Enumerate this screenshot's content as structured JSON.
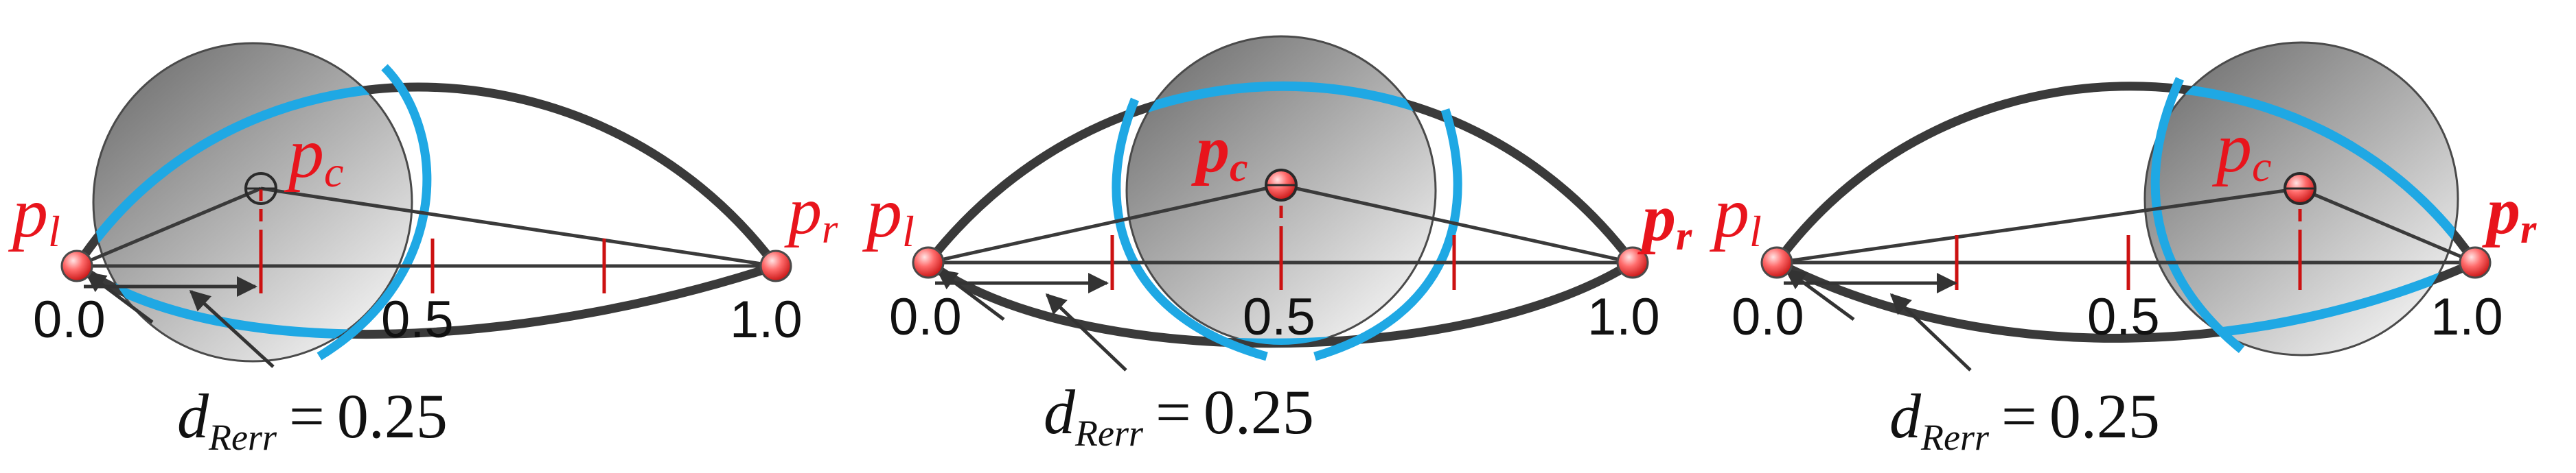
{
  "colors": {
    "curve": "#3a3a3a",
    "highlight": "#1fa8e4",
    "tick": "#cc1111",
    "label": "#e8141c",
    "text": "#111111",
    "circle_dark": "#6e6e6e",
    "circle_light": "#f2f2f2"
  },
  "panels": [
    {
      "labels": {
        "pl_main": "p",
        "pl_sub": "l",
        "pc_main": "p",
        "pc_sub": "c",
        "pr_main": "p",
        "pr_sub": "r",
        "t0": "0.0",
        "tmid": "0.5",
        "t1": "1.0",
        "d_main": "d",
        "d_sub": "Rerr",
        "d_eq": "=",
        "d_val": "0.25"
      },
      "center_param": 0.25
    },
    {
      "labels": {
        "pl_main": "p",
        "pl_sub": "l",
        "pc_main": "p",
        "pc_sub": "c",
        "pr_main": "p",
        "pr_sub": "r",
        "t0": "0.0",
        "tmid": "0.5",
        "t1": "1.0",
        "d_main": "d",
        "d_sub": "Rerr",
        "d_eq": "=",
        "d_val": "0.25"
      },
      "center_param": 0.5
    },
    {
      "labels": {
        "pl_main": "p",
        "pl_sub": "l",
        "pc_main": "p",
        "pc_sub": "c",
        "pr_main": "p",
        "pr_sub": "r",
        "t0": "0.0",
        "tmid": "0.5",
        "t1": "1.0",
        "d_main": "d",
        "d_sub": "Rerr",
        "d_eq": "=",
        "d_val": "0.25"
      },
      "center_param": 0.75
    }
  ]
}
